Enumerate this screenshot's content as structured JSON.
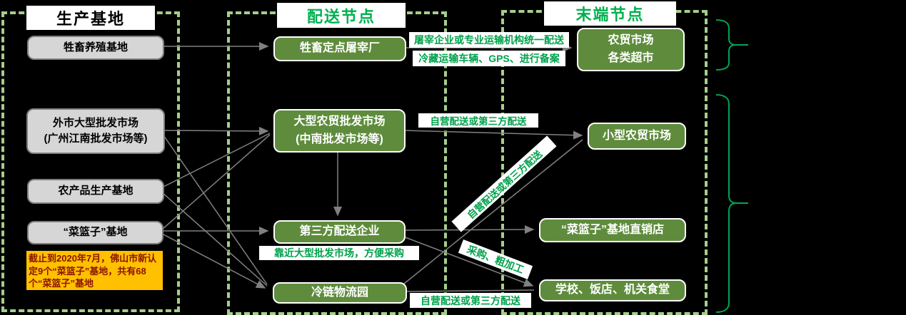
{
  "diagram": {
    "columns": {
      "production_title": "生产基地",
      "distribution_title": "配送节点",
      "terminal_title": "末端节点"
    },
    "production": {
      "livestock_base": "牲畜养殖基地",
      "outer_market_line1": "外市大型批发市场",
      "outer_market_line2": "(广州江南批发市场等)",
      "agri_base": "农产品生产基地",
      "basket_base": "“菜篮子”基地",
      "note": "截止到2020年7月，佛山市新认定9个“菜篮子”基地，共有68个“菜篮子”基地"
    },
    "distribution": {
      "slaughterhouse": "牲畜定点屠宰厂",
      "wholesale_line1": "大型农贸批发市场",
      "wholesale_line2": "(中南批发市场等)",
      "third_party": "第三方配送企业",
      "third_party_note": "靠近大型批发市场，方便采购",
      "cold_chain": "冷链物流园"
    },
    "terminal": {
      "farmers_market_line1": "农贸市场",
      "farmers_market_line2": "各类超市",
      "small_market": "小型农贸市场",
      "basket_store": "“菜篮子”基地直销店",
      "canteens": "学校、饭店、机关食堂"
    },
    "edge_labels": {
      "unified_delivery": "屠宰企业或专业运输机构统一配送",
      "cold_transport": "冷藏运输车辆、GPS、进行备案",
      "self_or_third_top": "自营配送或第三方配送",
      "self_or_third_diagonal": "自营配送或第三方配送",
      "self_or_third_bottom": "自营配送或第三方配送",
      "procurement": "采购、粗加工"
    },
    "colors": {
      "node_green": "#5E8C3C",
      "accent_green": "#00B050",
      "panel_border_green": "#A5CE8C",
      "gray_fill": "#D6D6D6",
      "note_bg": "#FFC000",
      "note_text": "#8B1500",
      "arrow_gray": "#808080",
      "brace_green": "#00A550"
    }
  }
}
